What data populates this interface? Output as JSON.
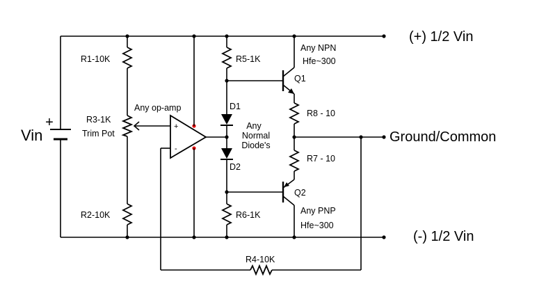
{
  "rails": {
    "pos": "(+) 1/2 Vin",
    "neg": "(-) 1/2 Vin",
    "ground": "Ground/Common"
  },
  "source": {
    "name": "Vin",
    "plus": "+"
  },
  "resistors": {
    "r1": "R1-10K",
    "r2": "R2-10K",
    "r3": "R3-1K",
    "r3_note": "Trim Pot",
    "r4": "R4-10K",
    "r5": "R5-1K",
    "r6": "R6-1K",
    "r7": "R7 - 10",
    "r8": "R8 - 10"
  },
  "opamp": {
    "label": "Any op-amp",
    "plus": "+",
    "minus": "-"
  },
  "diodes": {
    "d1": "D1",
    "d2": "D2",
    "note_line1": "Any",
    "note_line2": "Normal",
    "note_line3": "Diode's"
  },
  "transistors": {
    "q1": "Q1",
    "q1_type": "Any NPN",
    "q1_hfe": "Hfe~300",
    "q2": "Q2",
    "q2_type": "Any PNP",
    "q2_hfe": "Hfe~300"
  },
  "colors": {
    "wire": "#000000",
    "opamp_pin_dot": "#e00000"
  }
}
